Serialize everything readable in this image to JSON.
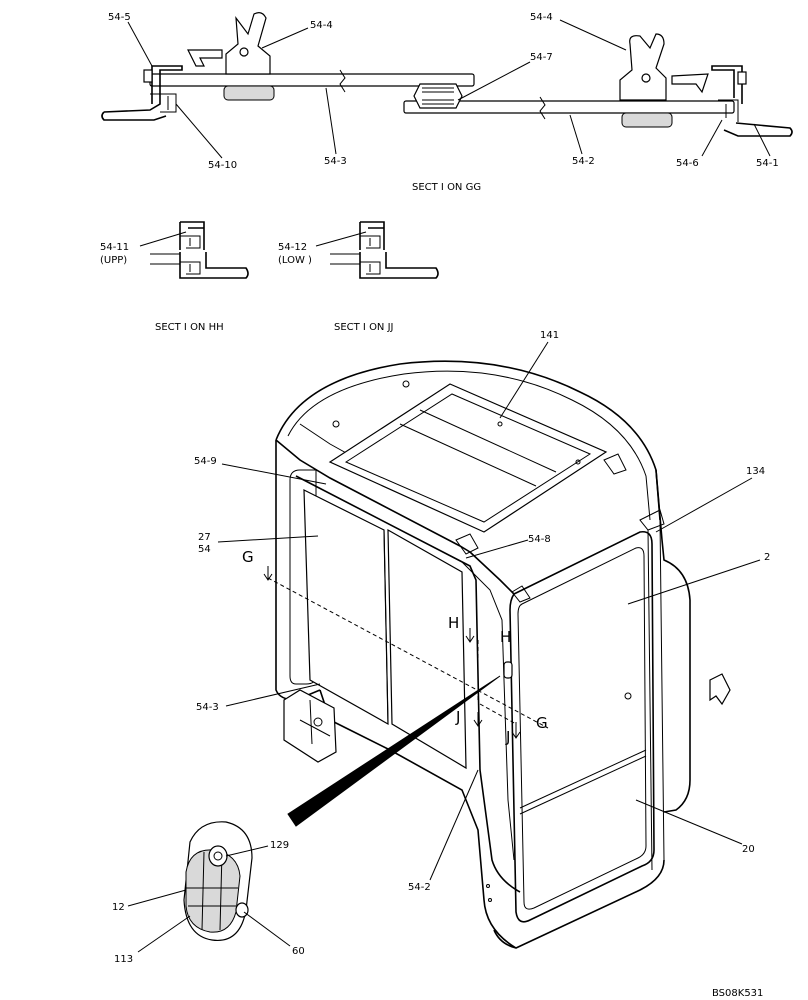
{
  "labels": {
    "l54_5": "54-5",
    "l54_4a": "54-4",
    "l54_4b": "54-4",
    "l54_7": "54-7",
    "l54_10": "54-10",
    "l54_3a": "54-3",
    "l54_2a": "54-2",
    "l54_6": "54-6",
    "l54_1": "54-1",
    "l54_11": "54-11",
    "l54_11_sub": "(UPP)",
    "l54_12": "54-12",
    "l54_12_sub": "(LOW )",
    "l141": "141",
    "l54_9": "54-9",
    "l134": "134",
    "l27": "27",
    "l54": "54",
    "l54_8": "54-8",
    "l2": "2",
    "l54_3b": "54-3",
    "l20": "20",
    "l129": "129",
    "l12": "12",
    "l54_2b": "54-2",
    "l113": "113",
    "l60": "60"
  },
  "captions": {
    "section_gg": "SECT I ON GG",
    "section_hh": "SECT I ON HH",
    "section_jj": "SECT I ON JJ"
  },
  "markers": {
    "g1": "G",
    "g2": "G",
    "h1": "H",
    "h2": "H",
    "j1": "J",
    "j2": "J"
  },
  "drawing_id": "BS08K531"
}
